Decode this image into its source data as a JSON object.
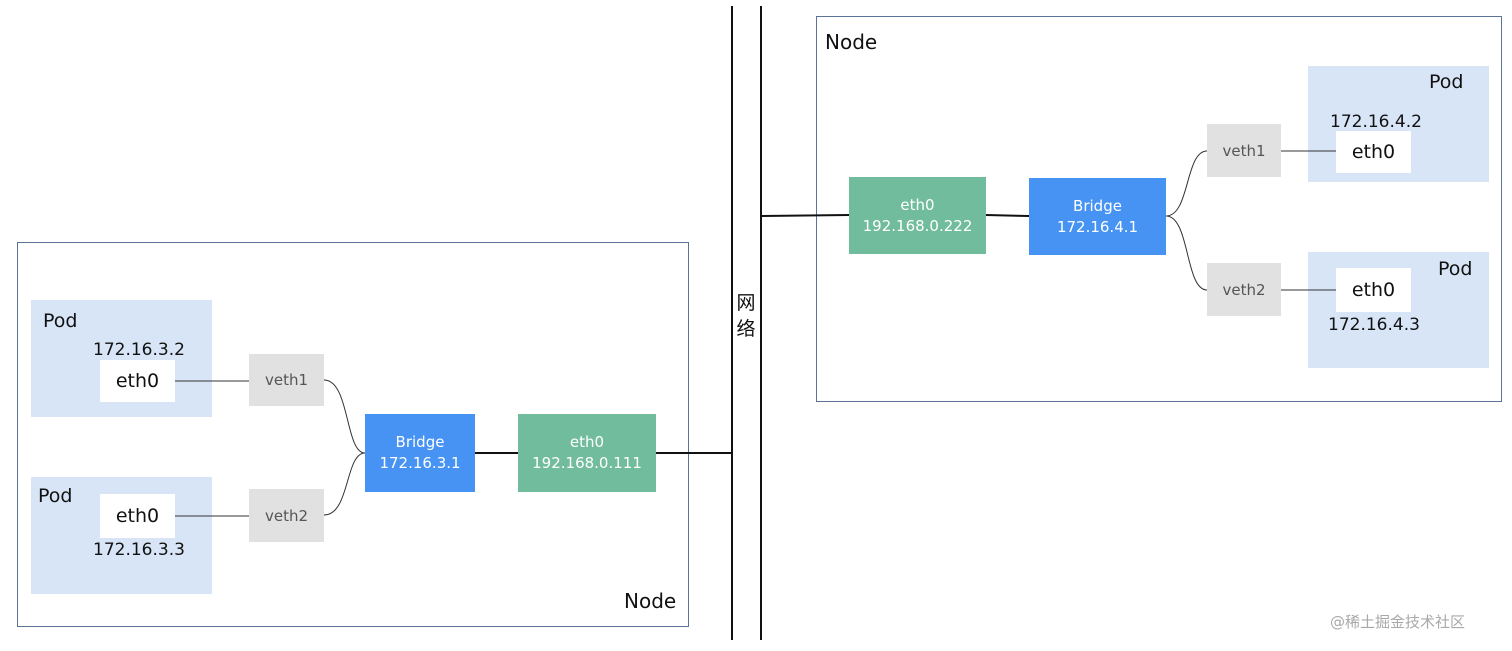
{
  "network": {
    "label_chars": [
      "网",
      "络"
    ]
  },
  "left_node": {
    "label": "Node",
    "pod1": {
      "title": "Pod",
      "ip": "172.16.3.2",
      "iface": "eth0"
    },
    "pod2": {
      "title": "Pod",
      "ip": "172.16.3.3",
      "iface": "eth0"
    },
    "veth1": "veth1",
    "veth2": "veth2",
    "bridge": {
      "label": "Bridge",
      "ip": "172.16.3.1"
    },
    "eth0": {
      "label": "eth0",
      "ip": "192.168.0.111"
    }
  },
  "right_node": {
    "label": "Node",
    "pod1": {
      "title": "Pod",
      "ip": "172.16.4.2",
      "iface": "eth0"
    },
    "pod2": {
      "title": "Pod",
      "ip": "172.16.4.3",
      "iface": "eth0"
    },
    "veth1": "veth1",
    "veth2": "veth2",
    "bridge": {
      "label": "Bridge",
      "ip": "172.16.4.1"
    },
    "eth0": {
      "label": "eth0",
      "ip": "192.168.0.222"
    }
  },
  "watermark": "@稀土掘金技术社区",
  "colors": {
    "pod_bg": "#d7e5f7",
    "veth_bg": "#e1e1e1",
    "bridge_bg": "#4693f4",
    "eth_bg": "#72bc9e",
    "node_border": "#5b7397"
  }
}
